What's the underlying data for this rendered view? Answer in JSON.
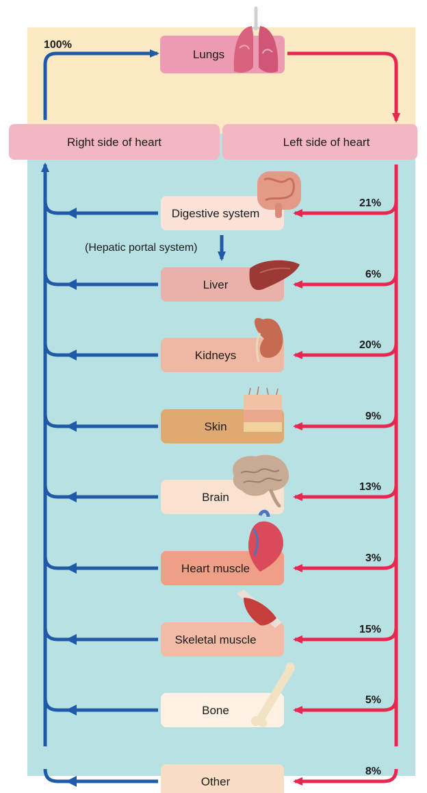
{
  "heart": {
    "right_label": "Right side of heart",
    "left_label": "Left side of heart"
  },
  "lungs": {
    "label": "Lungs",
    "percent": "100%"
  },
  "hepatic_note": "(Hepatic portal system)",
  "organs": [
    {
      "key": "digestive",
      "label": "Digestive system",
      "percent": "21%",
      "color": "#fbe2d8"
    },
    {
      "key": "liver",
      "label": "Liver",
      "percent": "6%",
      "color": "#e8b1aa"
    },
    {
      "key": "kidneys",
      "label": "Kidneys",
      "percent": "20%",
      "color": "#efb8a2"
    },
    {
      "key": "skin",
      "label": "Skin",
      "percent": "9%",
      "color": "#deaa72"
    },
    {
      "key": "brain",
      "label": "Brain",
      "percent": "13%",
      "color": "#f9e2cf"
    },
    {
      "key": "heart-muscle",
      "label": "Heart muscle",
      "percent": "3%",
      "color": "#ee9f86"
    },
    {
      "key": "skeletal-muscle",
      "label": "Skeletal muscle",
      "percent": "15%",
      "color": "#f3bba6"
    },
    {
      "key": "bone",
      "label": "Bone",
      "percent": "5%",
      "color": "#fcf1e3"
    },
    {
      "key": "other",
      "label": "Other",
      "percent": "8%",
      "color": "#f8dcc4"
    }
  ],
  "colors": {
    "lung_region": "#fbe9c3",
    "body_region": "#b7e1e3",
    "heart_box": "#f2b7c1",
    "lungs_box": "#ed9bb3",
    "oxygenated": "#e8264f",
    "deoxygenated": "#1e5aa8"
  }
}
